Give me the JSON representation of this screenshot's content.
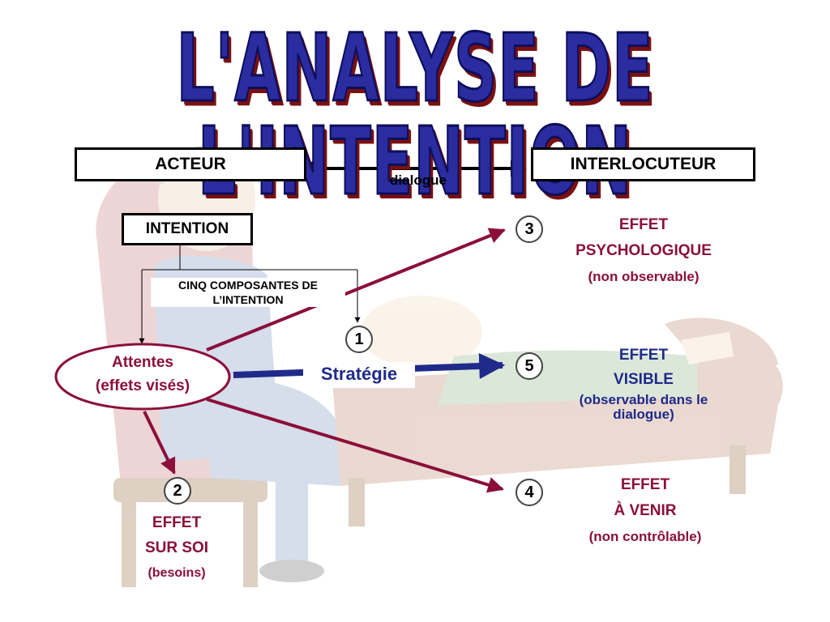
{
  "title": "L'ANALYSE DE L'INTENTION",
  "acteur": "ACTEUR",
  "interlocuteur": "INTERLOCUTEUR",
  "dialogue": "dialogue",
  "intention": "INTENTION",
  "composantes": [
    "CINQ COMPOSANTES DE",
    "L’INTENTION"
  ],
  "attentes": [
    "Attentes",
    "(effets visés)"
  ],
  "strategie": {
    "number": "1",
    "label": "Stratégie"
  },
  "effet_soi": {
    "number": "2",
    "lines": [
      "EFFET",
      "SUR SOI",
      "(besoins)"
    ]
  },
  "effet_psy": {
    "number": "3",
    "lines": [
      "EFFET",
      "PSYCHOLOGIQUE",
      "(non observable)"
    ]
  },
  "effet_venir": {
    "number": "4",
    "lines": [
      "EFFET",
      "À VENIR",
      "(non contrôlable)"
    ]
  },
  "effet_visible": {
    "number": "5",
    "lines": [
      "EFFET",
      "VISIBLE",
      "(observable dans le",
      "dialogue)"
    ]
  },
  "colors": {
    "title": "#2a2ca0",
    "maroon": "#8b0f3a",
    "navy": "#1f2a8a"
  }
}
